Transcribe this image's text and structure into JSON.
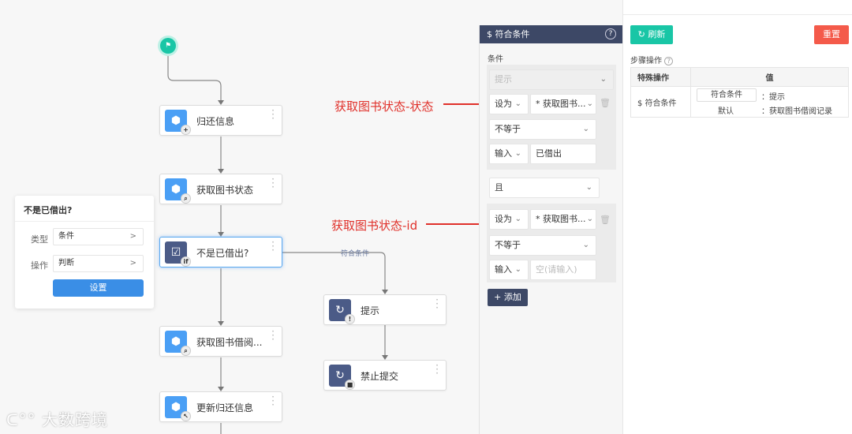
{
  "flow": {
    "nodes": [
      {
        "label": "归还信息",
        "badge": "+",
        "icon": "cube-icon"
      },
      {
        "label": "获取图书状态",
        "badge": "🔍",
        "icon": "cube-icon"
      },
      {
        "label": "不是已借出?",
        "badge": "if",
        "icon": "checklist-icon"
      },
      {
        "label": "获取图书借阅...",
        "badge": "🔍",
        "icon": "cube-icon"
      },
      {
        "label": "更新归还信息",
        "badge": "↖",
        "icon": "cube-icon"
      },
      {
        "label": "提示",
        "badge": "!",
        "icon": "loop-icon"
      },
      {
        "label": "禁止提交",
        "badge": "■",
        "icon": "loop-icon"
      }
    ],
    "edge_label": "符合条件"
  },
  "popover": {
    "title": "不是已借出?",
    "type_label": "类型",
    "type_value": "条件",
    "op_label": "操作",
    "op_value": "判断",
    "button": "设置"
  },
  "annotations": [
    "获取图书状态-状态",
    "获取图书状态-id"
  ],
  "condition_panel": {
    "title": "$ 符合条件",
    "section": "条件",
    "prompt_placeholder": "提示",
    "group1": {
      "mode": "设为",
      "field": "* 获取图书...",
      "operator": "不等于",
      "input_mode": "输入",
      "value": "已借出"
    },
    "joiner": "且",
    "group2": {
      "mode": "设为",
      "field": "* 获取图书...",
      "operator": "不等于",
      "input_mode": "输入",
      "placeholder": "空(请输入)"
    },
    "add_button": "+ 添加"
  },
  "right_panel": {
    "refresh": "刷新",
    "reset": "重置",
    "section": "步骤操作",
    "table": {
      "headers": [
        "特殊操作",
        "值"
      ],
      "row_label": "$ 符合条件",
      "tag": "符合条件",
      "tag_value": "：提示",
      "default": "默认",
      "default_value": "：获取图书借阅记录"
    }
  },
  "watermark": "大数跨境",
  "colors": {
    "teal": "#19c6a6",
    "red": "#f45a4a",
    "blue": "#3a8ee6",
    "dark": "#3d4866"
  }
}
